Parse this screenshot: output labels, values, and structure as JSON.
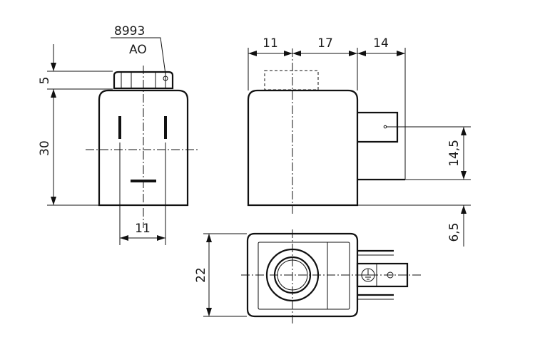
{
  "part": {
    "number": "8993",
    "variant": "AO"
  },
  "dimensions": {
    "front_top": "5",
    "front_height": "30",
    "front_pin_spacing": "11",
    "side_top_a": "11",
    "side_top_b": "17",
    "side_top_c": "14",
    "side_connector": "14,5",
    "side_bottom": "6,5",
    "bottom_width": "22"
  }
}
